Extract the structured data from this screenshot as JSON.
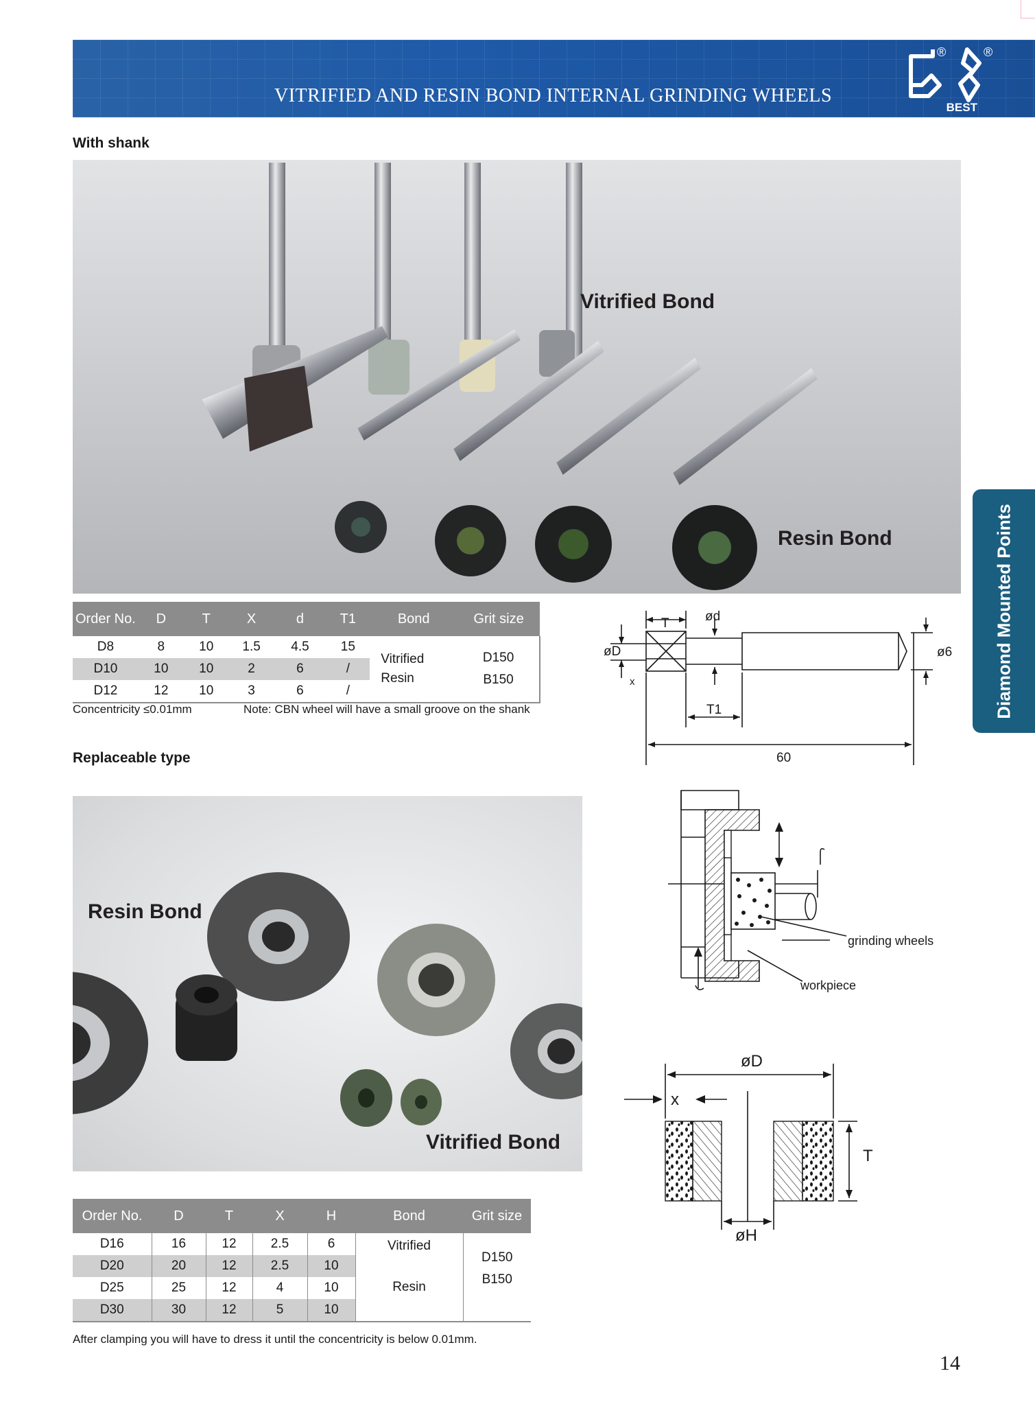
{
  "header": {
    "title": "VITRIFIED AND RESIN BOND INTERNAL GRINDING WHEELS",
    "brand": "BEST",
    "registered": "®"
  },
  "side_tab": "Diamond Mounted Points",
  "page_number": "14",
  "shank": {
    "section_title": "With shank",
    "photo_labels": {
      "vitrified": "Vitrified Bond",
      "resin": "Resin Bond"
    },
    "table": {
      "headers": [
        "Order No.",
        "D",
        "T",
        "X",
        "d",
        "T1",
        "Bond",
        "Grit size"
      ],
      "rows": [
        [
          "D8",
          "8",
          "10",
          "1.5",
          "4.5",
          "15"
        ],
        [
          "D10",
          "10",
          "10",
          "2",
          "6",
          "/"
        ],
        [
          "D12",
          "12",
          "10",
          "3",
          "6",
          "/"
        ]
      ],
      "bond": [
        "Vitrified",
        "Resin"
      ],
      "grit": [
        "D150",
        "B150"
      ]
    },
    "concentricity": "Concentricity ≤0.01mm",
    "note": "Note: CBN wheel will have a small groove on the shank",
    "diagram": {
      "T": "T",
      "od": "ød",
      "oD": "øD",
      "o6": "ø6",
      "x": "x",
      "T1": "T1",
      "length": "60"
    }
  },
  "replaceable": {
    "section_title": "Replaceable type",
    "photo_labels": {
      "resin": "Resin Bond",
      "vitrified": "Vitrified Bond"
    },
    "table": {
      "headers": [
        "Order No.",
        "D",
        "T",
        "X",
        "H",
        "Bond",
        "Grit size"
      ],
      "rows": [
        [
          "D16",
          "16",
          "12",
          "2.5",
          "6"
        ],
        [
          "D20",
          "20",
          "12",
          "2.5",
          "10"
        ],
        [
          "D25",
          "25",
          "12",
          "4",
          "10"
        ],
        [
          "D30",
          "30",
          "12",
          "5",
          "10"
        ]
      ],
      "bond": [
        "Vitrified",
        "Resin"
      ],
      "grit": [
        "D150",
        "B150"
      ]
    },
    "note": "After clamping you will have to dress it until the concentricity is below 0.01mm.",
    "diagram": {
      "grinding_wheels": "grinding wheels",
      "workpiece": "workpiece",
      "oD": "øD",
      "x": "x",
      "T": "T",
      "oH": "øH"
    }
  }
}
